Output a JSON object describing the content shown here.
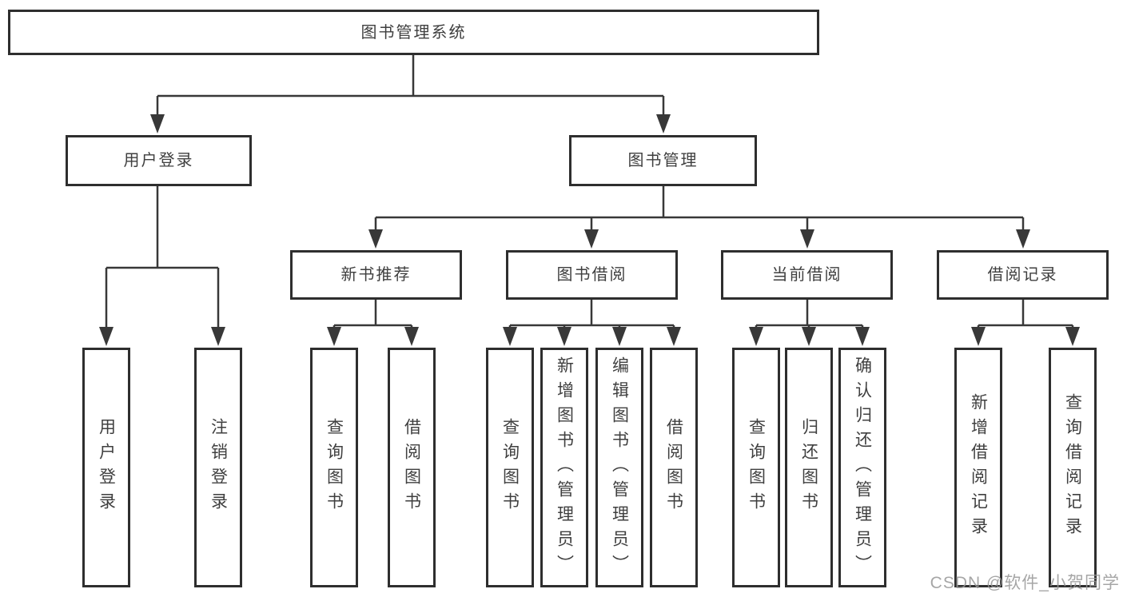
{
  "diagram": {
    "root": {
      "label": "图书管理系统"
    },
    "branches": [
      {
        "label": "用户登录",
        "children": [
          {
            "label": "用户登录"
          },
          {
            "label": "注销登录"
          }
        ]
      },
      {
        "label": "图书管理",
        "children": [
          {
            "label": "新书推荐",
            "children": [
              {
                "label": "查询图书"
              },
              {
                "label": "借阅图书"
              }
            ]
          },
          {
            "label": "图书借阅",
            "children": [
              {
                "label": "查询图书"
              },
              {
                "label": "新增图书（管理员）"
              },
              {
                "label": "编辑图书（管理员）"
              },
              {
                "label": "借阅图书"
              }
            ]
          },
          {
            "label": "当前借阅",
            "children": [
              {
                "label": "查询图书"
              },
              {
                "label": "归还图书"
              },
              {
                "label": "确认归还（管理员）"
              }
            ]
          },
          {
            "label": "借阅记录",
            "children": [
              {
                "label": "新增借阅记录"
              },
              {
                "label": "查询借阅记录"
              }
            ]
          }
        ]
      }
    ]
  },
  "watermark": {
    "text": "CSDN @软件_小贺同学"
  },
  "colors": {
    "line": "#383838",
    "border": "#2e2e2e",
    "text": "#3f3f3f",
    "watermark": "#969696",
    "background": "#ffffff"
  }
}
